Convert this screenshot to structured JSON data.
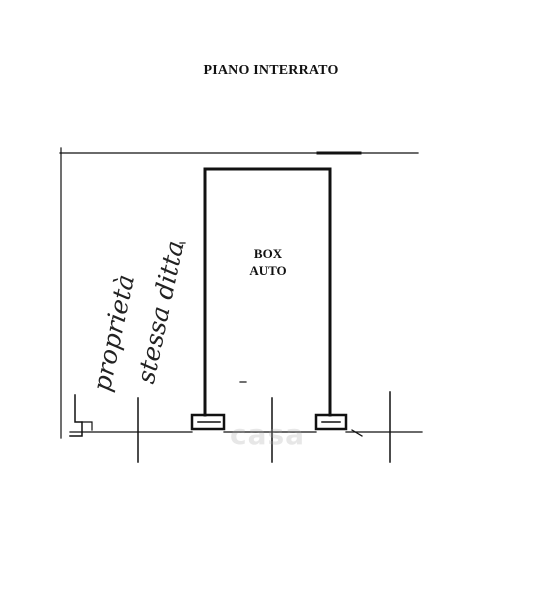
{
  "floor_title": "PIANO INTERRATO",
  "room": {
    "line1": "BOX",
    "line2": "AUTO"
  },
  "neighbor_note": {
    "line1": "proprietà",
    "line2": "stessa ditta"
  },
  "watermark": "casa",
  "colors": {
    "ink": "#111111",
    "paper": "#ffffff"
  }
}
